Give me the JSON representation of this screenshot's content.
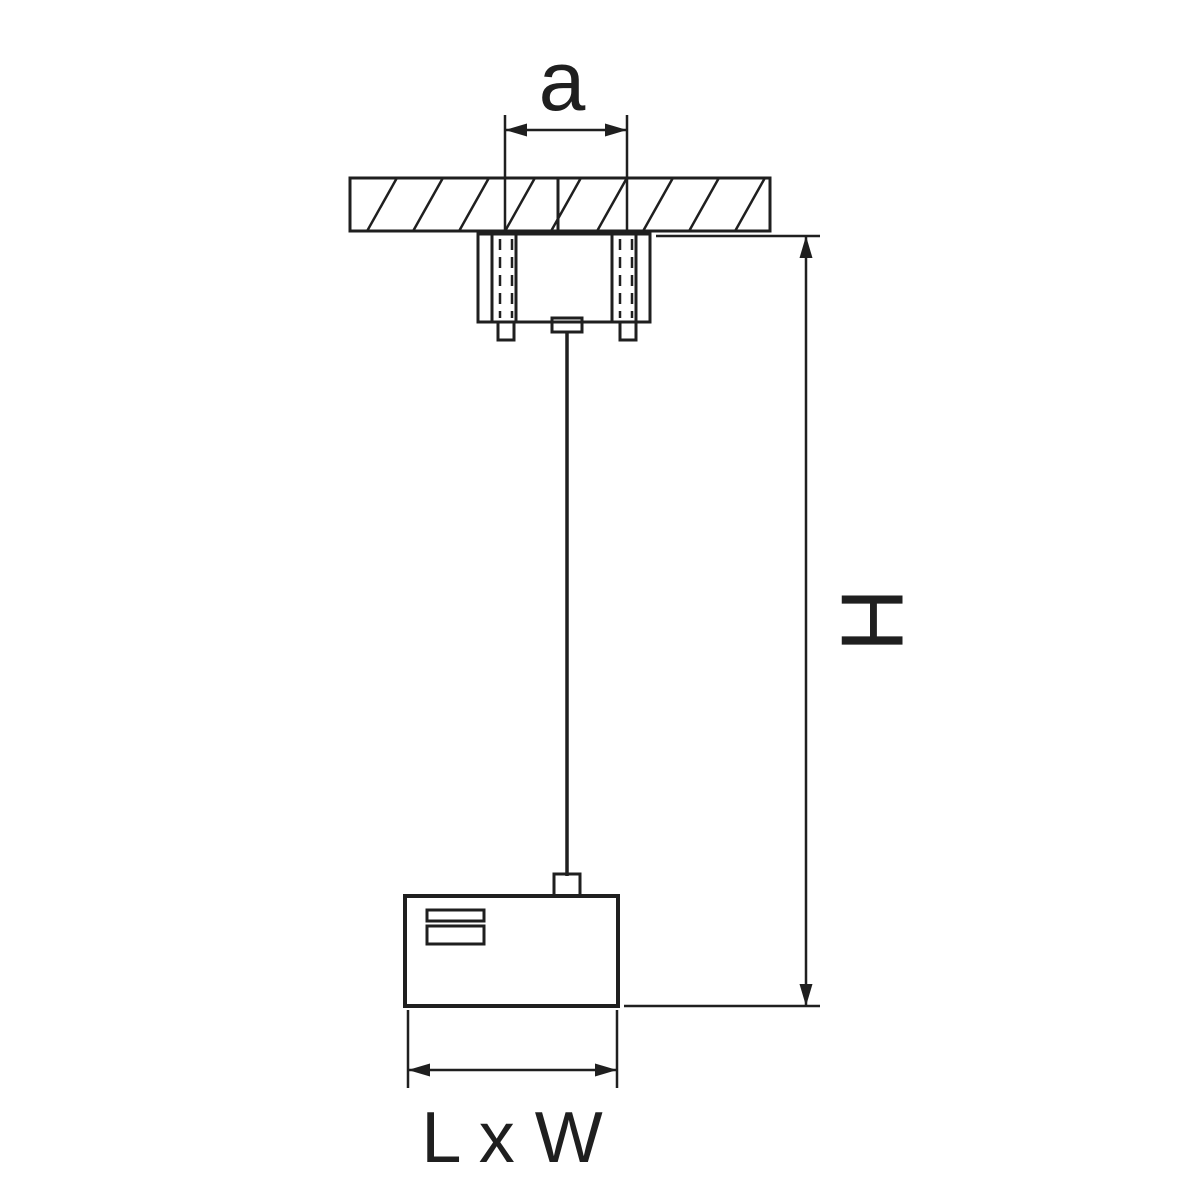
{
  "diagram": {
    "labels": {
      "mounting_span": "a",
      "height": "H",
      "base_dimensions": "L x W"
    },
    "colors": {
      "line": "#1f1f1f",
      "background": "#ffffff"
    }
  }
}
